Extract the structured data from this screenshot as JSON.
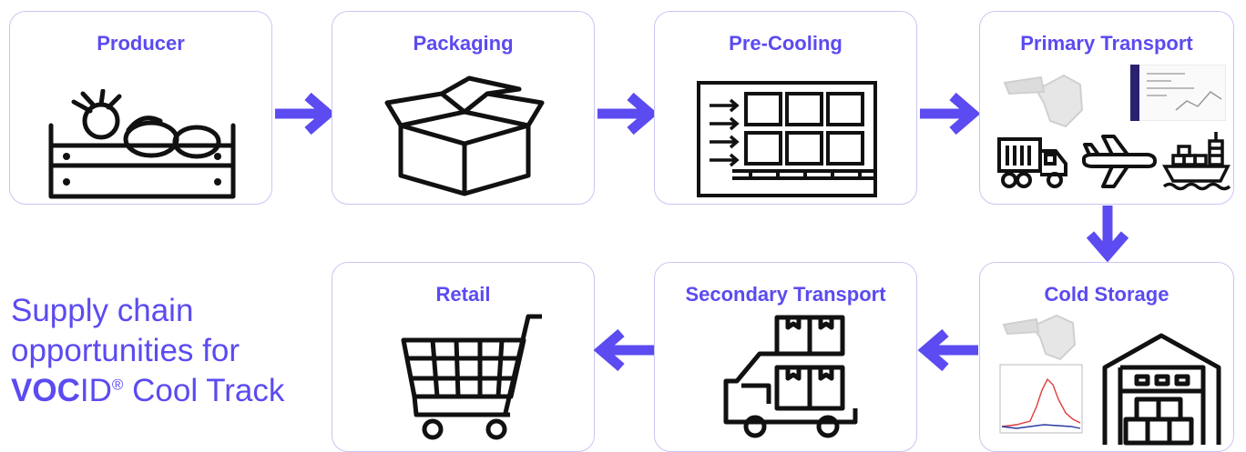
{
  "stages": {
    "producer": "Producer",
    "packaging": "Packaging",
    "pre_cooling": "Pre-Cooling",
    "primary_transport": "Primary Transport",
    "cold_storage": "Cold Storage",
    "secondary_transport": "Secondary Transport",
    "retail": "Retail"
  },
  "tagline": {
    "line1": "Supply chain",
    "line2": "opportunities for",
    "brand": "VOC",
    "brand_suffix": "ID",
    "registered": "®",
    "product": " Cool Track"
  },
  "colors": {
    "accent": "#5b4bf0",
    "card_border": "#c9c6f2",
    "icon": "#111111"
  },
  "icons": [
    "fruit-crate-icon",
    "open-box-icon",
    "pre-cooling-chamber-icon",
    "sensor-tag-icon",
    "dashboard-screenshot",
    "truck-icon",
    "airplane-icon",
    "ship-icon",
    "sensor-chart",
    "warehouse-icon",
    "delivery-van-icon",
    "shopping-cart-icon"
  ]
}
